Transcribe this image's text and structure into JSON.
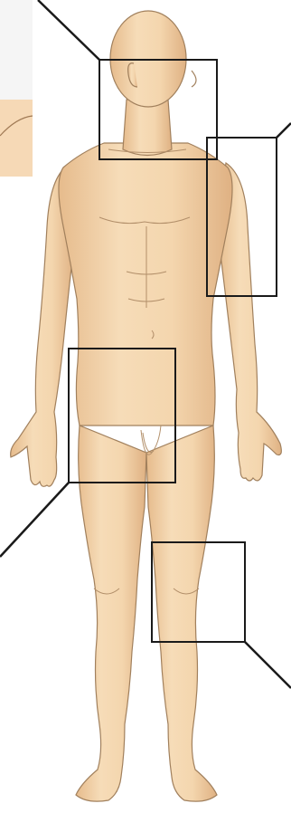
{
  "figure": {
    "description_visible_text": "",
    "colors": {
      "skin": "#f3d5ae",
      "skin_shadow": "#e2b789",
      "skin_highlight": "#f8e6cc",
      "outline": "#8a6a4a",
      "callout": "#1a1a1a",
      "inset_bg": "#fbe7cf"
    }
  },
  "regions": [
    {
      "id": "head-neck",
      "label": ""
    },
    {
      "id": "shoulder-upper-arm",
      "label": ""
    },
    {
      "id": "inguinal-genital",
      "label": ""
    },
    {
      "id": "knee",
      "label": ""
    }
  ]
}
